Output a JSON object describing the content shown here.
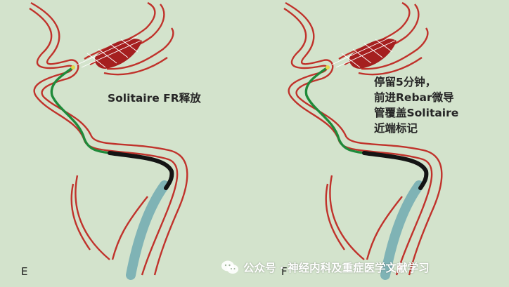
{
  "panels": [
    {
      "id": "E",
      "letter": "E",
      "caption_lines": [
        "Solitaire FR释放"
      ]
    },
    {
      "id": "F",
      "letter": "F",
      "caption_lines": [
        "停留5分钟，",
        "前进Rebar微导",
        "管覆盖Solitaire",
        "近端标记"
      ]
    }
  ],
  "watermark": {
    "icon": "wechat-icon",
    "text": "公众号 · 神经内科及重症医学文献学习"
  },
  "colors": {
    "background": "#d3e3cc",
    "vessel_outline": "#c0322b",
    "clot": "#a51f1f",
    "microwire": "#1f8a3a",
    "microcatheter": "#141414",
    "guide_catheter": "#7fb3b5",
    "caption_text": "#262626",
    "stent_mesh": "#ffffff"
  },
  "icons": [
    "wechat-icon"
  ]
}
